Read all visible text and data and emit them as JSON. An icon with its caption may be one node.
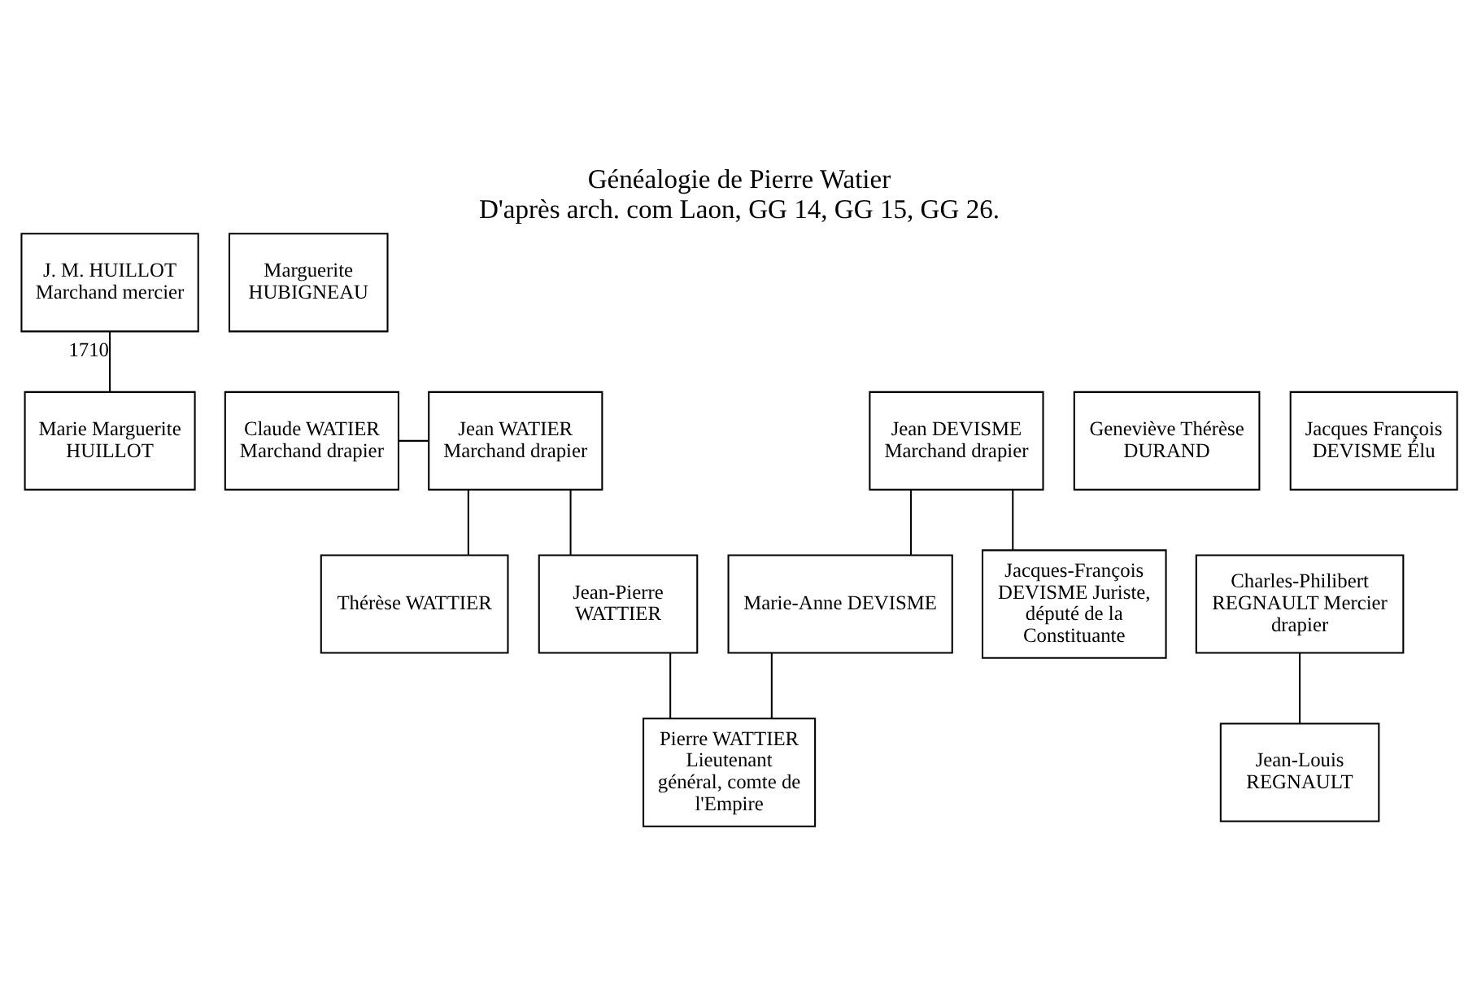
{
  "diagram": {
    "title": "Généalogie de Pierre Watier",
    "caption": "D'après arch. com Laon, GG 14, GG 15, GG 26.",
    "nodes": [
      {
        "text": [
          "J. M. HUILLOT Marchand mercier"
        ]
      },
      {
        "text": [
          "Marguerite HUBIGNEAU"
        ]
      },
      {
        "text": [
          "Claude WATIER Marchand drapier"
        ]
      },
      {
        "text": [
          "Jean WATIER Marchand drapier"
        ]
      },
      {
        "text": [
          "Geneviève Thérèse DURAND"
        ]
      },
      {
        "text": [
          "Jacques François DEVISME Élu"
        ]
      },
      {
        "text": [
          "Jean DEVISME Marchand drapier"
        ]
      },
      {
        "text": [
          "Marie Marguerite HUILLOT"
        ]
      },
      {
        "text": [
          "Charles-Philibert REGNAULT Mercier drapier"
        ]
      },
      {
        "text": [
          "Thérèse WATTIER"
        ]
      },
      {
        "text": [
          "Jean-Pierre WATTIER"
        ]
      },
      {
        "text": [
          "Marie-Anne DEVISME"
        ]
      },
      {
        "text": [
          "Jacques-François DEVISME Juriste, député de la Constituante"
        ]
      },
      {
        "text": [
          "Jean-Louis REGNAULT"
        ]
      },
      {
        "text": [
          "Pierre WATTIER Lieutenant général, comte de l'Empire"
        ]
      }
    ],
    "edges": [
      {
        "from": 0,
        "to": 7,
        "arrow": "none",
        "label": "1710"
      },
      {
        "from": 2,
        "to": 3,
        "arrow": "none"
      },
      {
        "from": 3,
        "to": 9,
        "arrow": "none"
      },
      {
        "from": 3,
        "to": 10,
        "arrow": "none"
      },
      {
        "from": 6,
        "to": 11,
        "arrow": "none"
      },
      {
        "from": 6,
        "to": 12,
        "arrow": "none"
      },
      {
        "from": 8,
        "to": 13,
        "arrow": "none"
      },
      {
        "from": 10,
        "to": 14,
        "arrow": "none"
      },
      {
        "from": 11,
        "to": 14,
        "arrow": "none"
      }
    ]
  }
}
